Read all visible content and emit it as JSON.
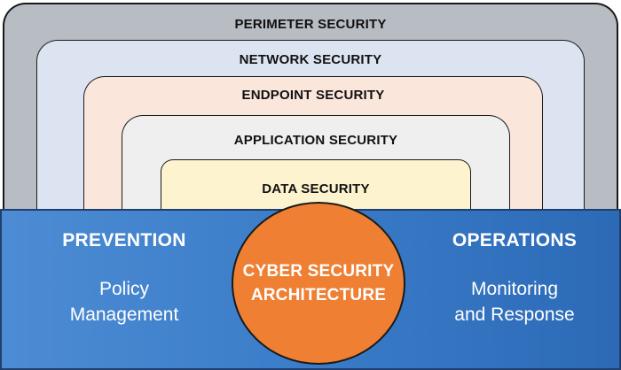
{
  "layers": {
    "perimeter": "PERIMETER SECURITY",
    "network": "NETWORK SECURITY",
    "endpoint": "ENDPOINT SECURITY",
    "application": "APPLICATION SECURITY",
    "data": "DATA SECURITY"
  },
  "prevention": {
    "heading": "PREVENTION",
    "lines": [
      "Policy",
      "Management"
    ]
  },
  "operations": {
    "heading": "OPERATIONS",
    "lines": [
      "Monitoring",
      "and Response"
    ]
  },
  "core": {
    "lines": [
      "CYBER SECURITY",
      "ARCHITECTURE"
    ]
  },
  "colors": {
    "perimeter": "#b8bcc3",
    "network": "#dce4f2",
    "endpoint": "#fbe6dc",
    "application": "#efefef",
    "data": "#fdf3cf",
    "band": "#3a7cc8",
    "core": "#ee7f33"
  }
}
